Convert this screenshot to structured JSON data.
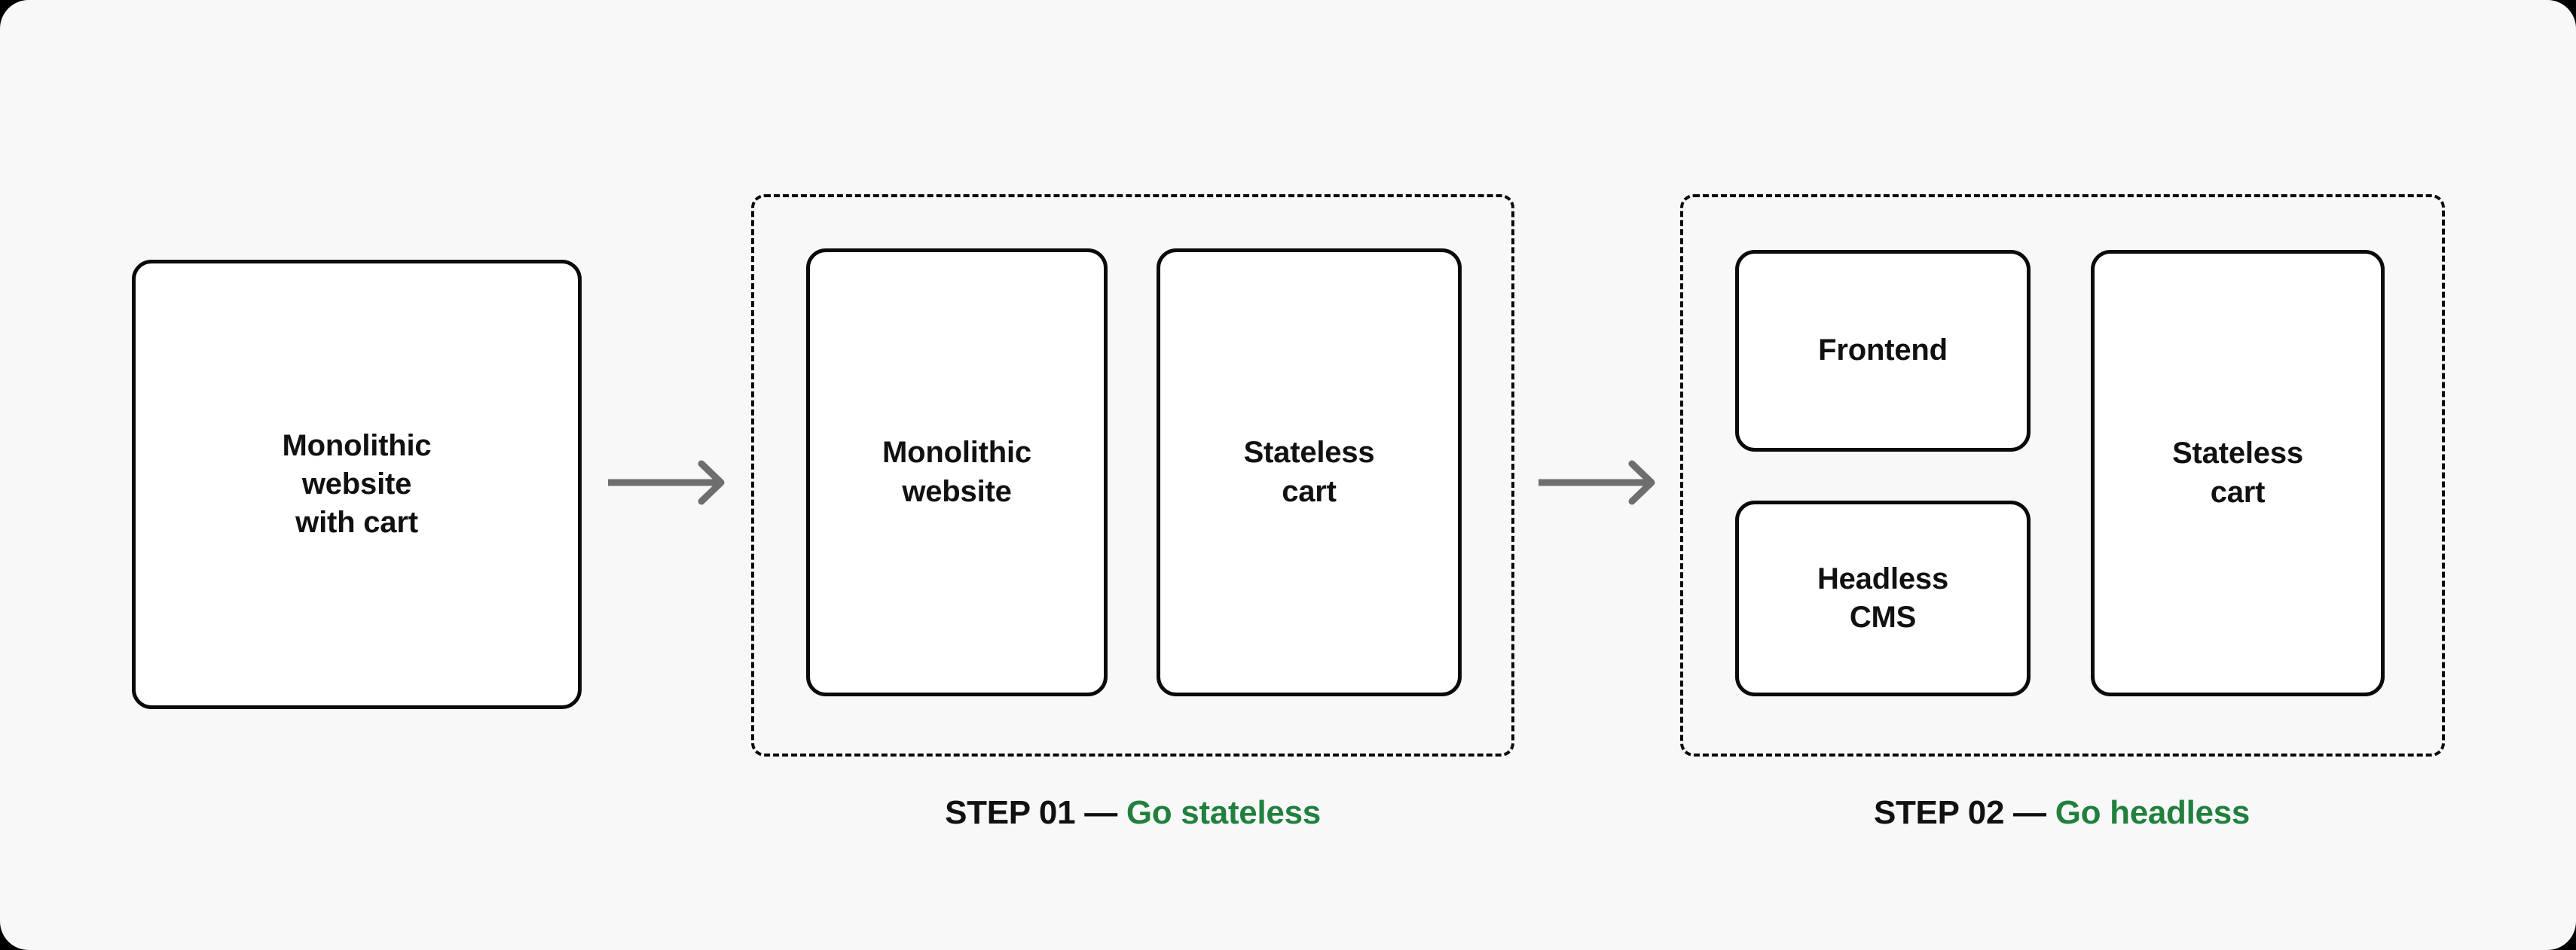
{
  "page": {
    "background_color": "#F8F8F8",
    "accent_color": "#21803E",
    "ink_color": "#0A0A0A",
    "arrow_color": "#6E6E6E"
  },
  "stages": {
    "before": {
      "card": {
        "label": "Monolithic\nwebsite\nwith cart"
      }
    },
    "step_01": {
      "caption_prefix": "STEP 01 — ",
      "caption_accent": "Go stateless",
      "cards": [
        {
          "label": "Monolithic\nwebsite"
        },
        {
          "label": "Stateless\ncart"
        }
      ]
    },
    "step_02": {
      "caption_prefix": "STEP 02 — ",
      "caption_accent": "Go headless",
      "cards": [
        {
          "label": "Frontend"
        },
        {
          "label": "Headless\nCMS"
        },
        {
          "label": "Stateless\ncart"
        }
      ]
    }
  },
  "arrows": [
    {
      "name": "arrow-before-to-step-01",
      "direction": "right"
    },
    {
      "name": "arrow-step-01-to-step-02",
      "direction": "right"
    }
  ]
}
